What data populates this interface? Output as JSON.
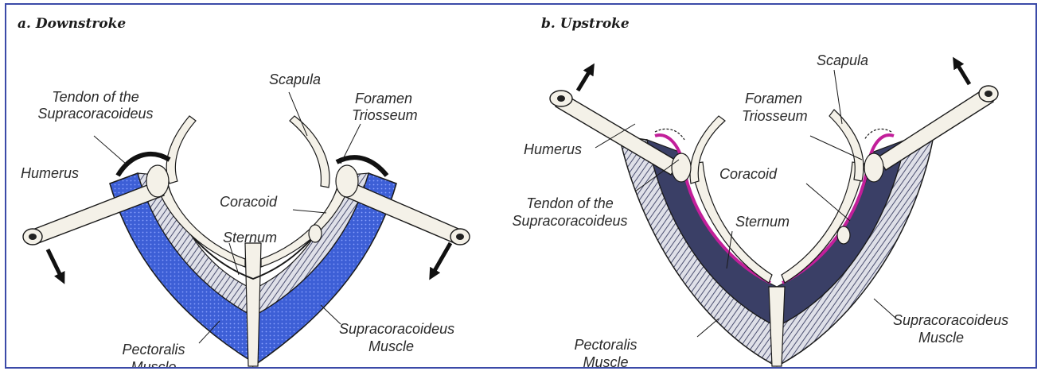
{
  "panels": {
    "downstroke": {
      "title": "a. Downstroke",
      "labels": {
        "scapula": "Scapula",
        "tendon_line1": "Tendon of the",
        "tendon_line2": "Supracoracoideus",
        "foramen_line1": "Foramen",
        "foramen_line2": "Triosseum",
        "humerus": "Humerus",
        "coracoid": "Coracoid",
        "sternum": "Sternum",
        "pectoralis_line1": "Pectoralis",
        "pectoralis_line2": "Muscle",
        "supracoracoideus_line1": "Supracoracoideus",
        "supracoracoideus_line2": "Muscle"
      }
    },
    "upstroke": {
      "title": "b. Upstroke",
      "labels": {
        "scapula": "Scapula",
        "foramen_line1": "Foramen",
        "foramen_line2": "Triosseum",
        "humerus": "Humerus",
        "coracoid": "Coracoid",
        "tendon_line1": "Tendon of the",
        "tendon_line2": "Supracoracoideus",
        "sternum": "Sternum",
        "pectoralis_line1": "Pectoralis",
        "pectoralis_line2": "Muscle",
        "supracoracoideus_line1": "Supracoracoideus",
        "supracoracoideus_line2": "Muscle"
      }
    }
  },
  "colors": {
    "frame": "#3b4aa8",
    "downstroke_muscle": "#3d5fd6",
    "upstroke_muscle_shade": "#3a3f66",
    "tendon_highlight": "#c21f9a",
    "bone": "#f4f1e8"
  }
}
